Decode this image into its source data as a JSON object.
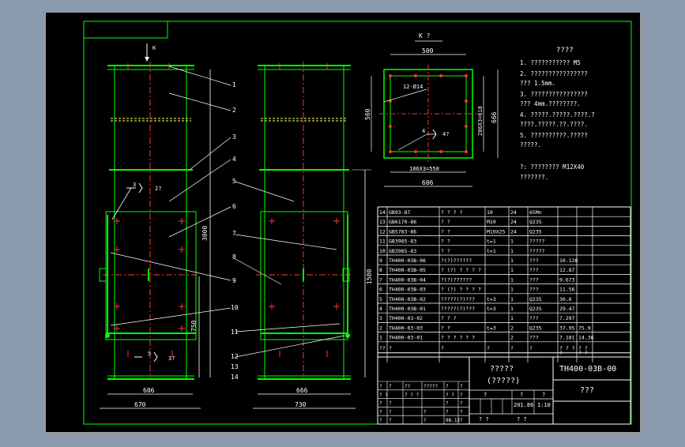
{
  "colors": {
    "background": "#8a9aad",
    "sheet": "#000000",
    "frame": "#ffffff",
    "border_green": "#00ff00",
    "outline_cyan": "#00ffff",
    "text_white": "#ffffff",
    "accent_red": "#ff3333",
    "dim_white": "#ffffff",
    "table_text": "#ffffff"
  },
  "drawing": {
    "view_label": "K",
    "section_label": "K ?",
    "dims": {
      "top_width": "500",
      "holes_label": "12-Ø14",
      "height_left": "560",
      "spacing_vertical": "206X3=618",
      "height_right": "666",
      "spacing_horizontal": "186X3=558",
      "bottom_width": "606",
      "overall_height": "3000",
      "lower_height": "750",
      "right_height": "1500",
      "base_inner_left": "606",
      "base_outer_left": "670",
      "base_inner_right": "666",
      "base_outer_right": "730"
    },
    "weld_marks": {
      "left_upper": "3",
      "left_upper_sub": "2?",
      "left_lower": "5",
      "left_lower_sub": "3?",
      "plan_mark": "4",
      "plan_sub": "4?"
    },
    "balloons": [
      "1",
      "2",
      "3",
      "4",
      "5",
      "6",
      "7",
      "8",
      "9",
      "10",
      "11",
      "12",
      "13",
      "14"
    ]
  },
  "notes": {
    "title": "????",
    "lines": [
      "1. ???????????   M5",
      "2. ????????????????",
      "   ???  1.5mm.",
      "3. ????????????????",
      "   ???  4mm.????????.",
      "4. ?????.?????.????.?",
      "   ????.?????.??.????.",
      "5. ??????????.?????",
      "   ?????.",
      "?: ????????     M12X40",
      "   ???????."
    ]
  },
  "bom": {
    "rows": [
      {
        "no": "14",
        "code": "GB93-87",
        "name": "? ? ? ?",
        "spec": "10",
        "qty": "24",
        "mat": "65Mn",
        "w1": "",
        "w2": ""
      },
      {
        "no": "13",
        "code": "GB6170-86",
        "name": "?  ?",
        "spec": "M10",
        "qty": "24",
        "mat": "Q235",
        "w1": "",
        "w2": ""
      },
      {
        "no": "12",
        "code": "GB5783-86",
        "name": "?  ?",
        "spec": "M10X25",
        "qty": "24",
        "mat": "Q235",
        "w1": "",
        "w2": ""
      },
      {
        "no": "11",
        "code": "GB3985-83",
        "name": "?  ?",
        "spec": "t=1",
        "qty": "1",
        "mat": "?????",
        "w1": "",
        "w2": ""
      },
      {
        "no": "10",
        "code": "GB3985-83",
        "name": "?  ?",
        "spec": "t=1",
        "qty": "1",
        "mat": "?????",
        "w1": "",
        "w2": ""
      },
      {
        "no": "9",
        "code": "TH400-03B-06",
        "name": "?(?)??????",
        "spec": "",
        "qty": "1",
        "mat": "???",
        "w1": "10.126",
        "w2": ""
      },
      {
        "no": "8",
        "code": "TH400-03B-05",
        "name": "? (?) ? ? ? ?",
        "spec": "",
        "qty": "1",
        "mat": "???",
        "w1": "12.87",
        "w2": ""
      },
      {
        "no": "7",
        "code": "TH400-03B-04",
        "name": "?(?)??????",
        "spec": "",
        "qty": "1",
        "mat": "???",
        "w1": "9.673",
        "w2": ""
      },
      {
        "no": "6",
        "code": "TH400-03B-03",
        "name": "? (?) ? ? ? ?",
        "spec": "",
        "qty": "1",
        "mat": "???",
        "w1": "11.56",
        "w2": ""
      },
      {
        "no": "5",
        "code": "TH400-03B-02",
        "name": "?????(?)???",
        "spec": "t=3",
        "qty": "1",
        "mat": "Q235",
        "w1": "30.6",
        "w2": ""
      },
      {
        "no": "4",
        "code": "TH400-03B-01",
        "name": "?????(?)???",
        "spec": "t=3",
        "qty": "1",
        "mat": "Q235",
        "w1": "29.47",
        "w2": ""
      },
      {
        "no": "3",
        "code": "TH400-03-02",
        "name": "? ? ?",
        "spec": "",
        "qty": "1",
        "mat": "???",
        "w1": "7.297",
        "w2": ""
      },
      {
        "no": "2",
        "code": "TH400-03-03",
        "name": "?  ?",
        "spec": "t=3",
        "qty": "2",
        "mat": "Q235",
        "w1": "37.95",
        "w2": "75.9"
      },
      {
        "no": "1",
        "code": "TH400-03-01",
        "name": "? ? ? ? ? ?",
        "spec": "",
        "qty": "2",
        "mat": "???",
        "w1": "7.181",
        "w2": "14.36"
      }
    ],
    "header": {
      "no": "??",
      "code": "?",
      "name": "?",
      "spec": "?",
      "qty": "?",
      "mat": "?",
      "w1": "? ? ?",
      "w2": "? ?"
    },
    "header_sub": {
      "w1": "?",
      "w2": "? ?"
    }
  },
  "title_block": {
    "product_name": "?????",
    "product_sub": "(?????)",
    "drawing_no": "TH400-03B-00",
    "material_label": "???",
    "grid_left": [
      [
        "?",
        "?",
        "??",
        "?????",
        "?",
        "?"
      ],
      [
        "? ?",
        "",
        "? ? ?",
        "",
        "? ?",
        "?"
      ],
      [
        "?",
        "?",
        "",
        "",
        "?",
        "?"
      ],
      [
        "?",
        "?",
        "",
        "?",
        "?",
        "?"
      ],
      [
        "?",
        "?",
        "",
        "?",
        "98.12",
        "?"
      ]
    ],
    "weight_value": "201.86",
    "scale_value": "1:10",
    "mid_labels": [
      "?",
      "?",
      "?"
    ],
    "sheet_labels": [
      "?  ?",
      "?  ?"
    ]
  }
}
